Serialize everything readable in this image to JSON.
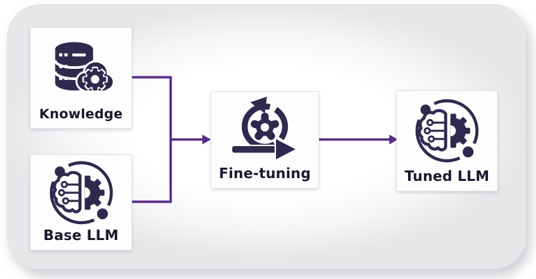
{
  "diagram": {
    "nodes": [
      {
        "id": "knowledge",
        "label": "Knowledge",
        "icon": "database-gear-icon"
      },
      {
        "id": "base-llm",
        "label": "Base LLM",
        "icon": "ai-brain-chip-icon"
      },
      {
        "id": "fine-tuning",
        "label": "Fine-tuning",
        "icon": "iteration-gear-icon"
      },
      {
        "id": "tuned-llm",
        "label": "Tuned LLM",
        "icon": "ai-brain-chip-icon"
      }
    ],
    "edges": [
      {
        "from": "knowledge",
        "to": "fine-tuning"
      },
      {
        "from": "base-llm",
        "to": "fine-tuning"
      },
      {
        "from": "fine-tuning",
        "to": "tuned-llm"
      }
    ]
  },
  "colors": {
    "icon_dark": "#2e2a4e",
    "arrow_purple": "#5b2d86",
    "label_text": "#18182e",
    "node_bg": "#fdfdfe",
    "node_border": "#e4e4e9",
    "canvas_bg": "#ffffff"
  }
}
